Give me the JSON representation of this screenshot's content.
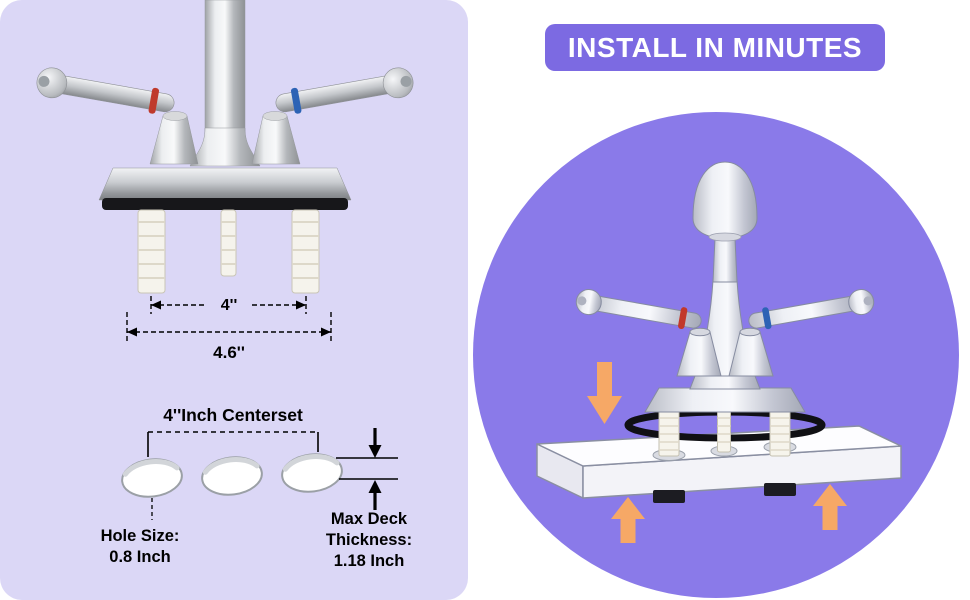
{
  "colors": {
    "panel_bg": "#dbd7f6",
    "badge_bg": "#7c6ae2",
    "circle_bg": "#8a7ae9",
    "arrow_orange": "#f6a866",
    "hot_indicator_red": "#bf3a2c",
    "cold_indicator_blue": "#2d63b5",
    "text": "#000000"
  },
  "left_panel": {
    "faucet_photo_alt": "two-handle centerset faucet with white threaded shanks",
    "dimensions": {
      "inner": "4''",
      "outer": "4.6''"
    },
    "spec_diagram": {
      "centerset_label": "4''Inch Centerset",
      "hole_size": {
        "line1": "Hole Size:",
        "line2": "0.8 Inch"
      },
      "deck_thickness": {
        "line1": "Max Deck",
        "line2": "Thickness:",
        "line3": "1.18 Inch"
      }
    }
  },
  "right_panel": {
    "badge_label": "INSTALL IN MINUTES",
    "illustration_alt": "faucet being lowered onto sink deck with gasket and mounting nuts"
  }
}
